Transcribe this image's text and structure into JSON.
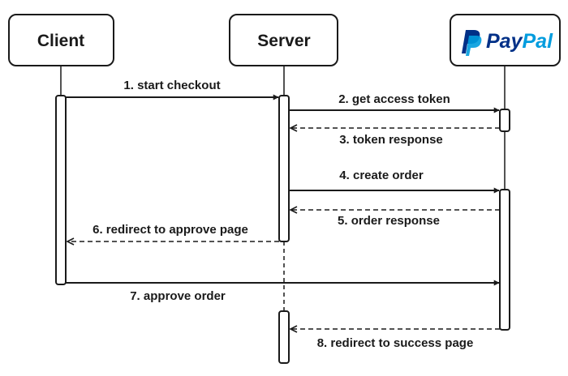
{
  "participants": {
    "client": "Client",
    "server": "Server",
    "paypal": {
      "logo_pay": "Pay",
      "logo_pal": "Pal"
    }
  },
  "messages": [
    {
      "label": "1. start checkout",
      "style": "solid"
    },
    {
      "label": "2. get access token",
      "style": "solid"
    },
    {
      "label": "3. token response",
      "style": "dashed"
    },
    {
      "label": "4. create order",
      "style": "solid"
    },
    {
      "label": "5. order response",
      "style": "dashed"
    },
    {
      "label": "6. redirect to approve page",
      "style": "dashed"
    },
    {
      "label": "7. approve order",
      "style": "solid"
    },
    {
      "label": "8. redirect to success page",
      "style": "dashed"
    }
  ],
  "colors": {
    "ink": "#1a1a1a",
    "paypal_dark": "#003087",
    "paypal_light": "#009cde"
  }
}
